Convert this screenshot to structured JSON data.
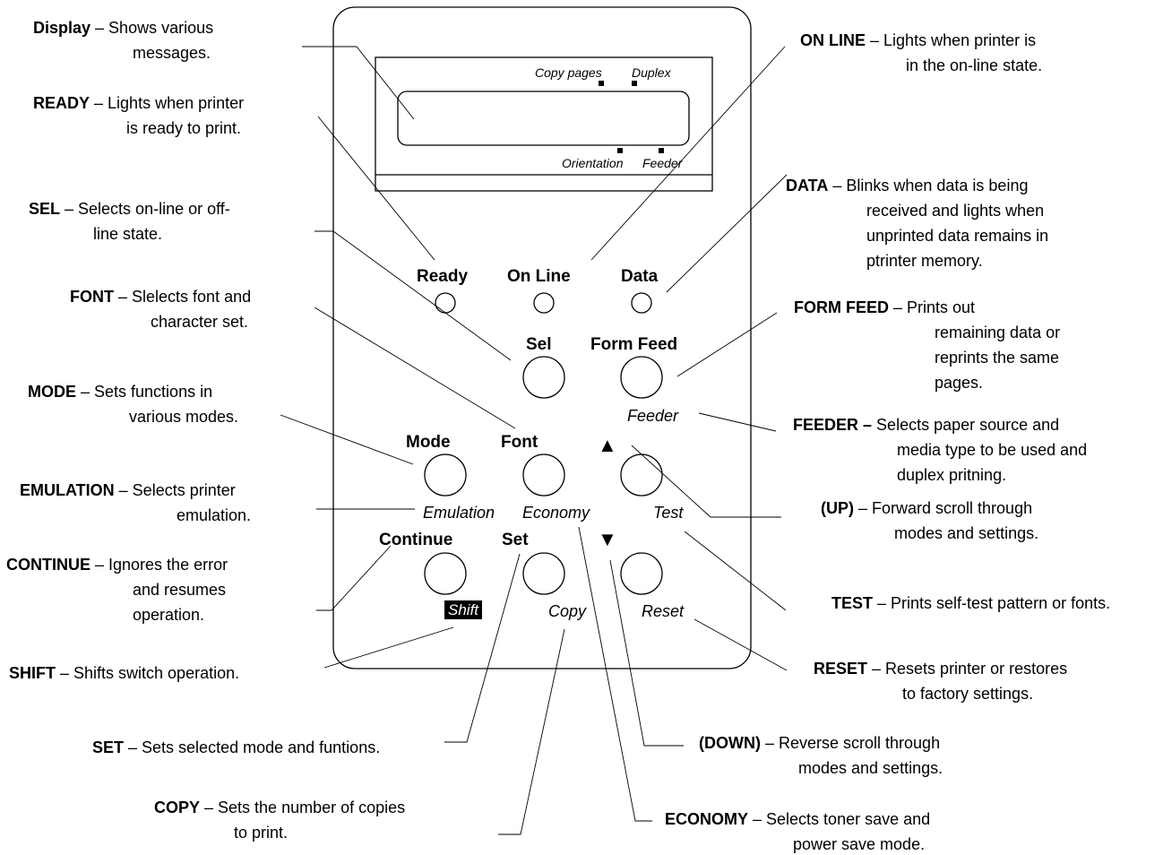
{
  "panel": {
    "display_indicators": {
      "copy_pages": "Copy pages",
      "duplex": "Duplex",
      "orientation": "Orientation",
      "feeder": "Feeder"
    },
    "leds": {
      "ready": "Ready",
      "on_line": "On Line",
      "data": "Data"
    },
    "buttons": {
      "sel": "Sel",
      "form_feed": "Form Feed",
      "mode": "Mode",
      "font": "Font",
      "continue": "Continue",
      "set": "Set"
    },
    "secondary": {
      "feeder": "Feeder",
      "emulation": "Emulation",
      "economy": "Economy",
      "test": "Test",
      "shift": "Shift",
      "copy": "Copy",
      "reset": "Reset"
    },
    "arrows": {
      "up": "▲",
      "down": "▼"
    }
  },
  "callouts": {
    "display": {
      "key": "Display",
      "sep": " – ",
      "l1": "Shows various",
      "l2": "messages."
    },
    "ready": {
      "key": "READY",
      "sep": " – ",
      "l1": "Lights when printer",
      "l2": "is ready to print."
    },
    "sel": {
      "key": "SEL",
      "sep": " – ",
      "l1": "Selects on-line or off-",
      "l2": "line state."
    },
    "font": {
      "key": "FONT",
      "sep": " – ",
      "l1": "Slelects font and",
      "l2": "character set."
    },
    "mode": {
      "key": "MODE",
      "sep": " – ",
      "l1": "Sets functions in",
      "l2": "various modes."
    },
    "emulation": {
      "key": "EMULATION",
      "sep": " – ",
      "l1": "Selects printer",
      "l2": "emulation."
    },
    "continue": {
      "key": "CONTINUE",
      "sep": " – ",
      "l1": "Ignores the error",
      "l2": "and resumes",
      "l3": "operation."
    },
    "shift": {
      "key": "SHIFT",
      "sep": " – ",
      "l1": "Shifts switch operation."
    },
    "set": {
      "key": "SET",
      "sep": " – ",
      "l1": "Sets selected mode and funtions."
    },
    "copy": {
      "key": "COPY",
      "sep": " – ",
      "l1": "Sets the number of copies",
      "l2": "to print."
    },
    "on_line": {
      "key": "ON LINE",
      "sep": " – ",
      "l1": "Lights when printer is",
      "l2": "in the on-line state."
    },
    "data": {
      "key": "DATA",
      "sep": " – ",
      "l1": "Blinks when data is being",
      "l2": "received and lights when",
      "l3": "unprinted data remains in",
      "l4": "ptrinter memory."
    },
    "form_feed": {
      "key": "FORM FEED",
      "sep": " – ",
      "l1": "Prints out",
      "l2": "remaining data or",
      "l3": "reprints the same",
      "l4": "pages."
    },
    "feeder": {
      "key": "FEEDER –",
      "sep": " ",
      "l1": "Selects paper source and",
      "l2": "media type to be used and",
      "l3": "duplex pritning."
    },
    "up": {
      "key": "(UP)",
      "sep": " – ",
      "l1": "Forward scroll through",
      "l2": "modes and settings."
    },
    "test": {
      "key": "TEST",
      "sep": " – ",
      "l1": "Prints self-test pattern or fonts."
    },
    "reset": {
      "key": "RESET",
      "sep": " – ",
      "l1": "Resets printer or restores",
      "l2": "to factory settings."
    },
    "down": {
      "key": "(DOWN)",
      "sep": " – ",
      "l1": "Reverse scroll through",
      "l2": "modes and settings."
    },
    "economy": {
      "key": "ECONOMY",
      "sep": " – ",
      "l1": "Selects toner save and",
      "l2": "power save mode."
    }
  }
}
